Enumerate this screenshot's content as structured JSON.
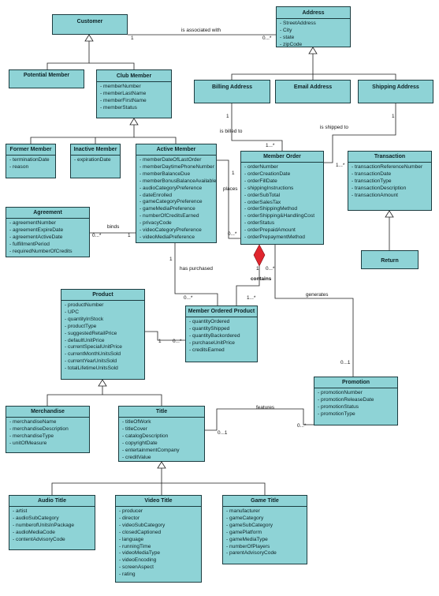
{
  "classes": [
    {
      "key": "customer",
      "name": "Customer",
      "attributes": []
    },
    {
      "key": "address",
      "name": "Address",
      "attributes": [
        "StreetAddress",
        "City",
        "state",
        "zipCode"
      ]
    },
    {
      "key": "potential",
      "name": "Potential Member",
      "attributes": []
    },
    {
      "key": "club",
      "name": "Club Member",
      "attributes": [
        "memberNumber",
        "memberLastName",
        "memberFirstName",
        "memberStatus"
      ]
    },
    {
      "key": "billing",
      "name": "Billing Address",
      "attributes": []
    },
    {
      "key": "email",
      "name": "Email Address",
      "attributes": []
    },
    {
      "key": "shipping",
      "name": "Shipping Address",
      "attributes": []
    },
    {
      "key": "former",
      "name": "Former Member",
      "attributes": [
        "terminationDate",
        "reason"
      ]
    },
    {
      "key": "inactive",
      "name": "Inactive Member",
      "attributes": [
        "expirationDate"
      ]
    },
    {
      "key": "active",
      "name": "Active Member",
      "attributes": [
        "memberDateOfLastOrder",
        "memberDaytimePhoneNumber",
        "memberBalanceDue",
        "memberBonusBalanceAvailable",
        "audioCategoryPreference",
        "dateEnrolled",
        "gameCategoryPreference",
        "gameMediaPreference",
        "numberOfCreditsEarned",
        "privacyCode",
        "videoCategoryPreference",
        "videoMediaPreference"
      ]
    },
    {
      "key": "order",
      "name": "Member Order",
      "attributes": [
        "orderNumber",
        "orderCreationDate",
        "orderFillDate",
        "shippingInstructions",
        "orderSubTotal",
        "orderSalesTax",
        "orderShippingMethod",
        "orderShipping&HandlingCost",
        "orderStatus",
        "orderPrepaidAmount",
        "orderPrepaymentMethod"
      ]
    },
    {
      "key": "transaction",
      "name": "Transaction",
      "attributes": [
        "transactionReferenceNumber",
        "transactionDate",
        "transactionType",
        "transactionDescription",
        "transactionAmount"
      ]
    },
    {
      "key": "agreement",
      "name": "Agreement",
      "attributes": [
        "agreementNumber",
        "agreementExpireDate",
        "agreementActiveDate",
        "fulfillmentPeriod",
        "requiredNumberOfCredits"
      ]
    },
    {
      "key": "return",
      "name": "Return",
      "attributes": []
    },
    {
      "key": "product",
      "name": "Product",
      "attributes": [
        "productNumber",
        "UPC",
        "quantityInStock",
        "productType",
        "suggestedRetailPrice",
        "defaultUnitPrice",
        "currentSpecialUnitPrice",
        "currentMonthUnitsSold",
        "currentYearUnitsSold",
        "totalLifetimeUnitsSold"
      ]
    },
    {
      "key": "mop",
      "name": "Member Ordered Product",
      "attributes": [
        "quantityOrdered",
        "quantityShipped",
        "quantityBackordered",
        "purchaseUnitPrice",
        "creditsEarned"
      ]
    },
    {
      "key": "promotion",
      "name": "Promotion",
      "attributes": [
        "promotionNumber",
        "promotionReleaseDate",
        "promotionStatus",
        "promotionType"
      ]
    },
    {
      "key": "merch",
      "name": "Merchandise",
      "attributes": [
        "merchandiseName",
        "merchandiseDescription",
        "merchandiseType",
        "unitOfMeasure"
      ]
    },
    {
      "key": "title",
      "name": "Title",
      "attributes": [
        "titleOfWork",
        "titleCover",
        "catalogDescription",
        "copyrightDate",
        "entertainmentCompany",
        "creditValue"
      ]
    },
    {
      "key": "audio",
      "name": "Audio Title",
      "attributes": [
        "artist",
        "audioSubCategory",
        "numberofUnitsInPackage",
        "audioMediaCode",
        "contentAdvisoryCode"
      ]
    },
    {
      "key": "video",
      "name": "Video Title",
      "attributes": [
        "producer",
        "director",
        "videoSubCategory",
        "closedCaptioned",
        "language",
        "runningTime",
        "videoMediaType",
        "videoEncoding",
        "screenAspect",
        "rating"
      ]
    },
    {
      "key": "game",
      "name": "Game Title",
      "attributes": [
        "manufacturer",
        "gameCategory",
        "gameSubCategory",
        "gamePlatform",
        "gameMediaType",
        "numberOfPlayers",
        "parentAdvisoryCode"
      ]
    }
  ],
  "labels": [
    {
      "key": "assoc",
      "text": "is associated with",
      "bold": false
    },
    {
      "key": "m_cust_addr_1",
      "text": "1",
      "bold": false
    },
    {
      "key": "m_cust_addr_n",
      "text": "0...*",
      "bold": false
    },
    {
      "key": "billed",
      "text": "is billed to",
      "bold": false
    },
    {
      "key": "shipped",
      "text": "is shipped to",
      "bold": false
    },
    {
      "key": "m_bill_1",
      "text": "1",
      "bold": false
    },
    {
      "key": "m_bill_n",
      "text": "1...*",
      "bold": false
    },
    {
      "key": "m_ship_1",
      "text": "1",
      "bold": false
    },
    {
      "key": "m_ship_n",
      "text": "1...*",
      "bold": false
    },
    {
      "key": "places",
      "text": "places",
      "bold": false
    },
    {
      "key": "m_place_1",
      "text": "1",
      "bold": false
    },
    {
      "key": "m_place_n",
      "text": "0...*",
      "bold": false
    },
    {
      "key": "binds",
      "text": "binds",
      "bold": false
    },
    {
      "key": "m_bind_n",
      "text": "0...*",
      "bold": false
    },
    {
      "key": "m_bind_1",
      "text": "1",
      "bold": false
    },
    {
      "key": "purchased",
      "text": "has purchased",
      "bold": false
    },
    {
      "key": "m_purch_1",
      "text": "1",
      "bold": false
    },
    {
      "key": "m_purch_n",
      "text": "0...*",
      "bold": false
    },
    {
      "key": "contains",
      "text": "contains",
      "bold": true
    },
    {
      "key": "m_cont_1",
      "text": "1",
      "bold": false
    },
    {
      "key": "m_cont_n",
      "text": "0...*",
      "bold": false
    },
    {
      "key": "m_mop_n",
      "text": "1...*",
      "bold": false
    },
    {
      "key": "m_prod_1",
      "text": "1",
      "bold": false
    },
    {
      "key": "m_prod_n",
      "text": "0...*",
      "bold": false
    },
    {
      "key": "generates",
      "text": "generates",
      "bold": false
    },
    {
      "key": "m_gen_n",
      "text": "0...1",
      "bold": false
    },
    {
      "key": "features",
      "text": "features",
      "bold": false
    },
    {
      "key": "m_feat_t",
      "text": "0...1",
      "bold": false
    },
    {
      "key": "m_feat_p",
      "text": "0...*",
      "bold": false
    }
  ],
  "colors": {
    "box_fill": "#8ed3d6",
    "border": "#1c3c40",
    "line": "#1f1f1f",
    "composition": "#e0262e"
  }
}
